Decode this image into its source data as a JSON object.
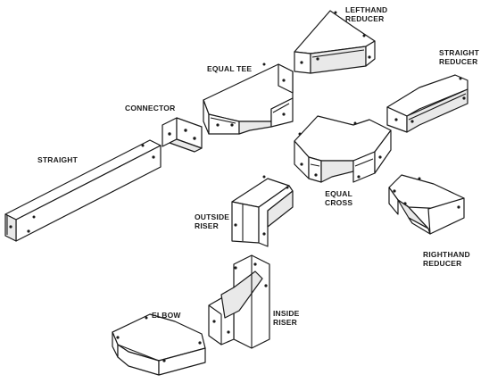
{
  "labels": {
    "lefthand_reducer": [
      "LEFTHAND",
      "REDUCER"
    ],
    "straight_reducer": [
      "STRAIGHT",
      "REDUCER"
    ],
    "equal_tee": "EQUAL TEE",
    "connector": "CONNECTOR",
    "straight": "STRAIGHT",
    "equal_cross": [
      "EQUAL",
      "CROSS"
    ],
    "outside_riser": [
      "OUTSIDE",
      "RISER"
    ],
    "righthand_reducer": [
      "RIGHTHAND",
      "REDUCER"
    ],
    "elbow": "ELBOW",
    "inside_riser": [
      "INSIDE",
      "RISER"
    ]
  },
  "colors": {
    "line": "#1a1a1a",
    "background": "#ffffff",
    "shade": "#e9e9e9"
  }
}
